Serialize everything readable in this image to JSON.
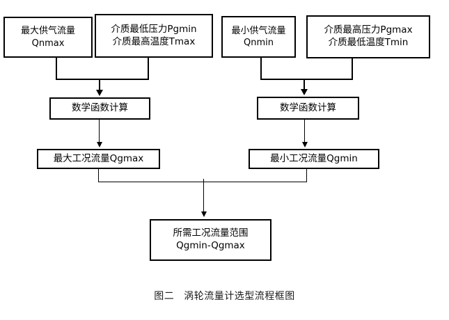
{
  "diagram": {
    "caption_number": "图二",
    "caption_text": "涡轮流量计选型流程框图",
    "colors": {
      "background": "#ffffff",
      "stroke": "#000000",
      "text": "#000000"
    },
    "nodes": {
      "qnmax": {
        "line1": "最大供气流量",
        "line2": "Qnmax"
      },
      "pgmin_tmax": {
        "line1": "介质最低压力Pgmin",
        "line2": "介质最高温度Tmax"
      },
      "qnmin": {
        "line1": "最小供气流量",
        "line2": "Qnmin"
      },
      "pgmax_tmin": {
        "line1": "介质最高压力Pgmax",
        "line2": "介质最低温度Tmin"
      },
      "calc_left": {
        "line1": "数学函数计算"
      },
      "calc_right": {
        "line1": "数学函数计算"
      },
      "qgmax": {
        "line1": "最大工况流量Qgmax"
      },
      "qgmin": {
        "line1": "最小工况流量Qgmin"
      },
      "range": {
        "line1": "所需工况流量范围",
        "line2": "Qgmin-Qgmax"
      }
    }
  }
}
